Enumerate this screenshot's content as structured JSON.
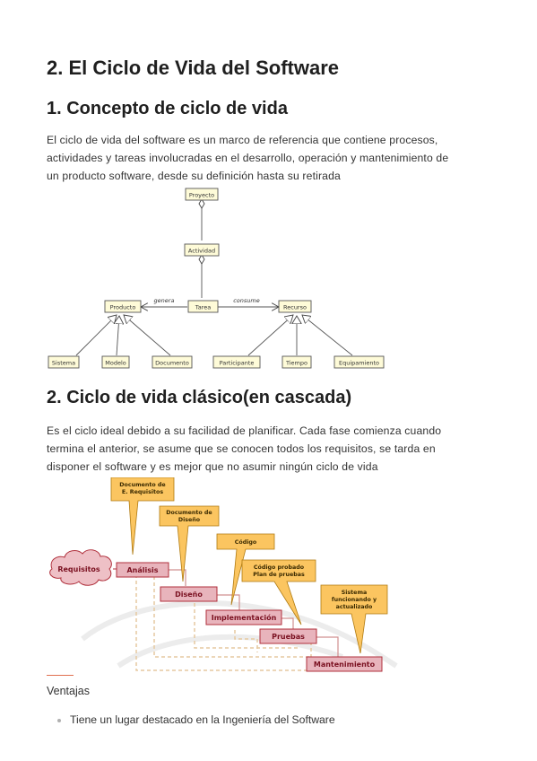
{
  "title": "2. El Ciclo de Vida del Software",
  "section1": {
    "heading": "1. Concepto de ciclo de vida",
    "paragraph": [
      "El ciclo de vida del software es un marco de referencia que contiene procesos,",
      "actividades y tareas involucradas en el desarrollo, operación y mantenimiento de",
      "un producto software, desde su definición hasta su retirada"
    ],
    "diagram": {
      "nodes": {
        "proyecto": "Proyecto",
        "actividad": "Actividad",
        "producto": "Producto",
        "tarea": "Tarea",
        "recurso": "Recurso",
        "sistema": "Sistema",
        "modelo": "Modelo",
        "documento": "Documento",
        "participante": "Participante",
        "tiempo": "Tiempo",
        "equipamiento": "Equipamiento"
      },
      "edge_labels": {
        "genera": "genera",
        "consume": "consume"
      }
    }
  },
  "section2": {
    "heading": "2. Ciclo de vida clásico(en cascada)",
    "paragraph": [
      "Es el ciclo ideal debido a su facilidad de planificar. Cada fase comienza cuando",
      "termina el anterior, se asume que se conocen todos los requisitos, se tarda en",
      "disponer el software y es mejor que no asumir ningún ciclo de vida"
    ],
    "diagram": {
      "requisitos": "Requisitos",
      "phases": [
        "Análisis",
        "Diseño",
        "Implementación",
        "Pruebas",
        "Mantenimiento"
      ],
      "callouts": [
        [
          "Documento de",
          "E. Requisitos"
        ],
        [
          "Documento de",
          "Diseño"
        ],
        [
          "Código"
        ],
        [
          "Código probado",
          "Plan de pruebas"
        ],
        [
          "Sistema",
          "funcionando y",
          "actualizado"
        ]
      ],
      "colors": {
        "phase_fill": "#e8b4bc",
        "phase_border": "#b0303c",
        "phase_text": "#7a1020",
        "callout_fill": "#fbc560",
        "callout_border": "#b07a10"
      }
    }
  },
  "ventajas": {
    "label": "Ventajas",
    "items": [
      "Tiene un lugar destacado en la Ingeniería del Software"
    ]
  }
}
